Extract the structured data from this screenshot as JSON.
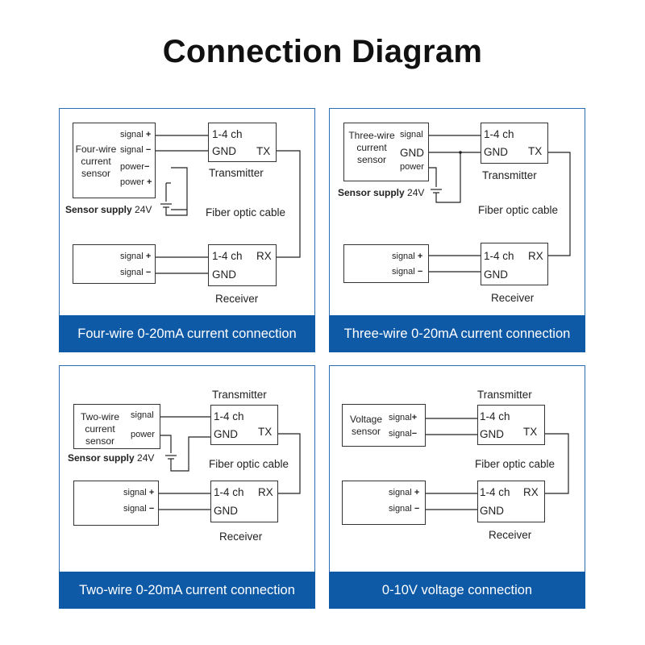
{
  "title": "Connection Diagram",
  "common": {
    "channel": "1-4 ch",
    "gnd": "GND",
    "tx": "TX",
    "rx": "RX",
    "transmitter": "Transmitter",
    "receiver": "Receiver",
    "fiber": "Fiber optic cable",
    "signal": "signal",
    "power": "power",
    "plus": "+",
    "minus": "−",
    "supply": "Sensor supply",
    "volt": "24V"
  },
  "panels": [
    {
      "caption": "Four-wire 0-20mA current connection",
      "sensor": "Four-wire\ncurrent\nsensor"
    },
    {
      "caption": "Three-wire 0-20mA current connection",
      "sensor": "Three-wire\ncurrent\nsensor"
    },
    {
      "caption": "Two-wire 0-20mA current connection",
      "sensor": "Two-wire\ncurrent\nsensor"
    },
    {
      "caption": "0-10V voltage connection",
      "sensor": "Voltage\nsensor"
    }
  ]
}
